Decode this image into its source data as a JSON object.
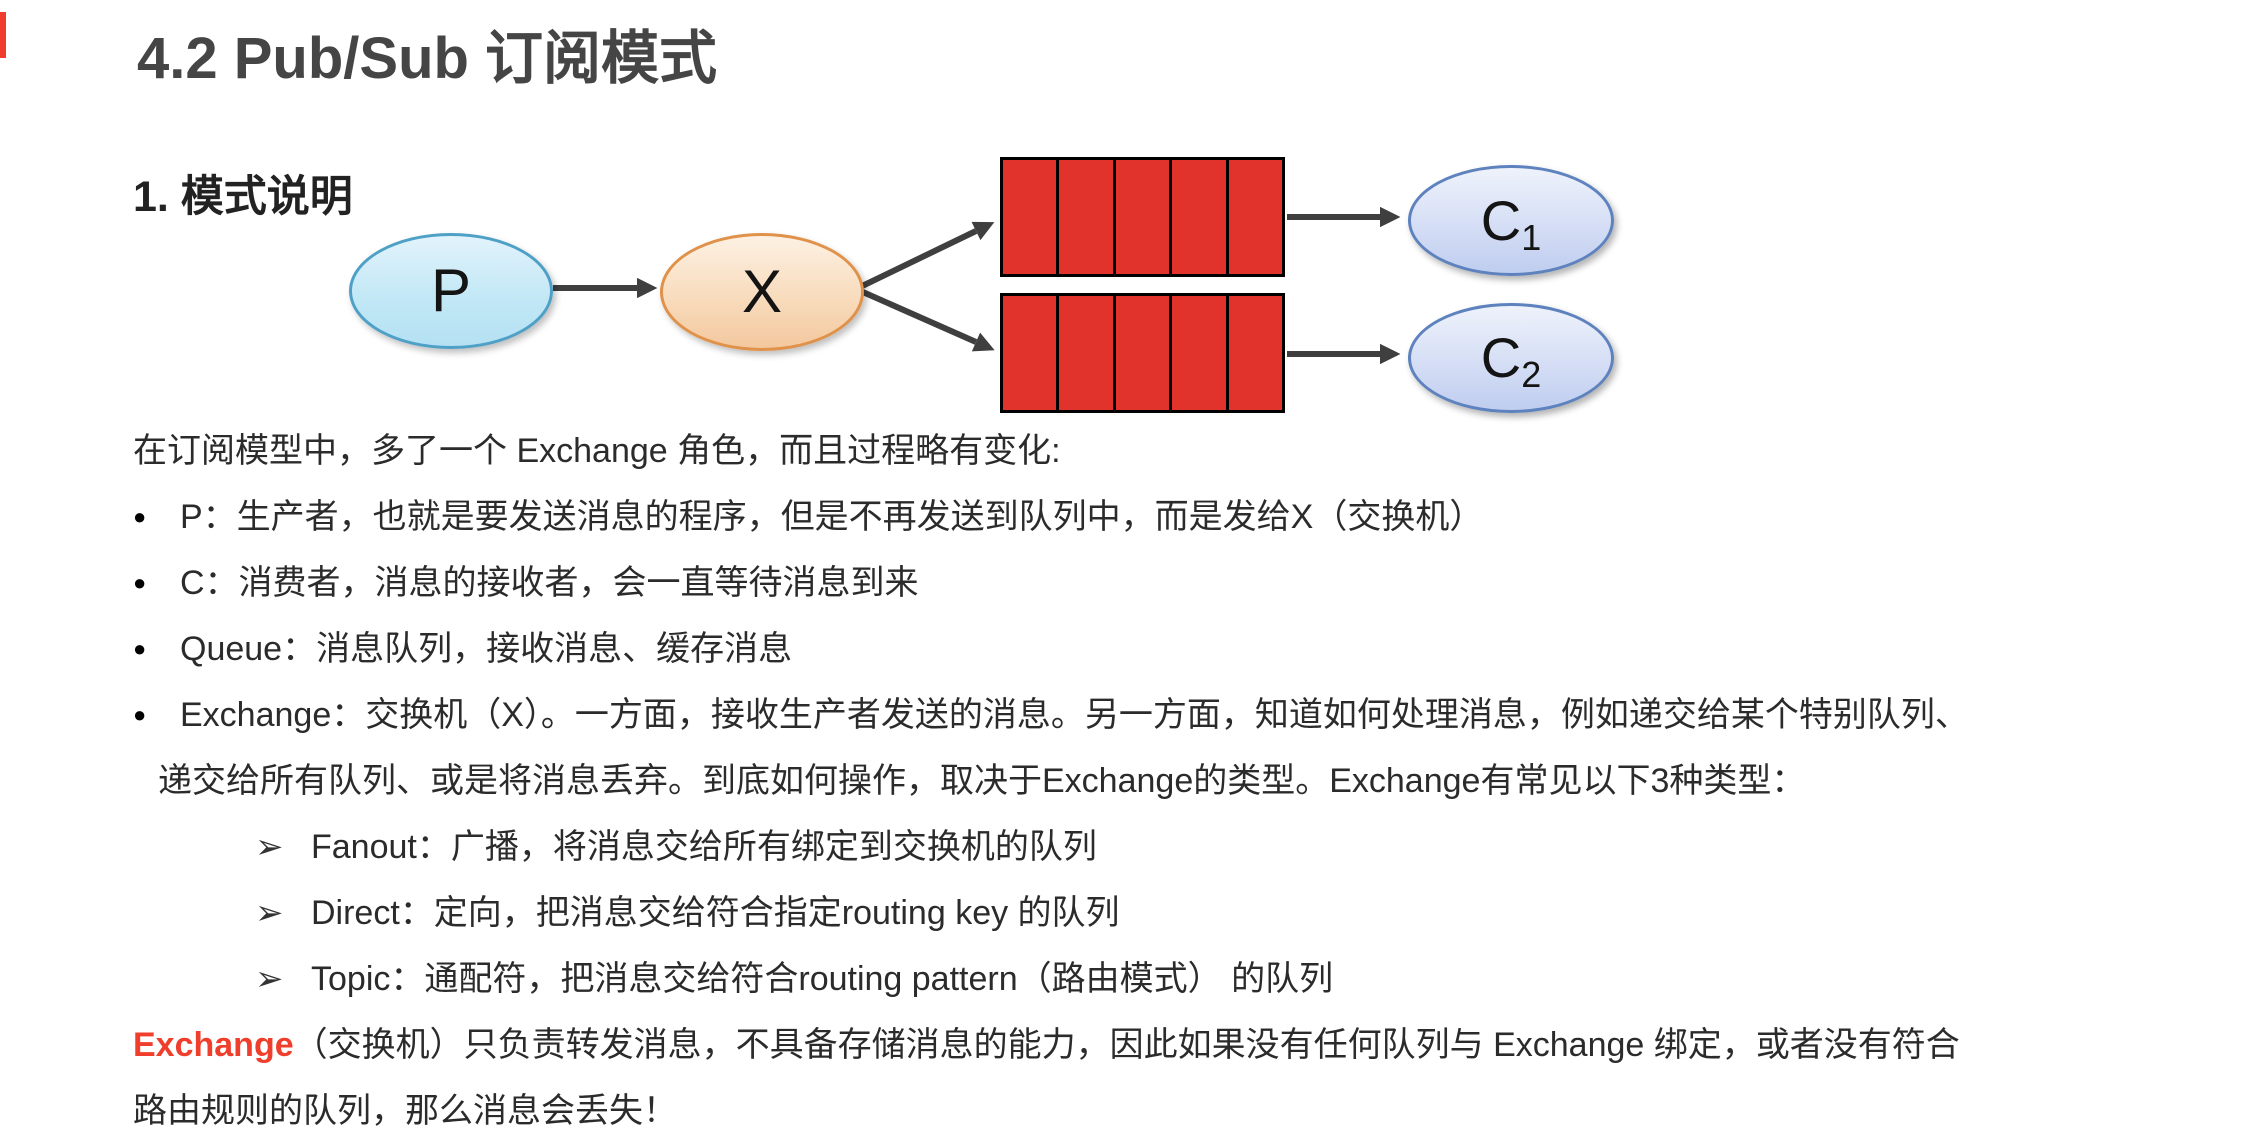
{
  "page": {
    "title": "4.2 Pub/Sub 订阅模式",
    "section_heading": "1. 模式说明"
  },
  "diagram": {
    "producer": {
      "label": "P"
    },
    "exchange": {
      "label": "X"
    },
    "queues": [
      {
        "name": "queue-1",
        "segments": 5
      },
      {
        "name": "queue-2",
        "segments": 5
      }
    ],
    "consumers": [
      {
        "label": "C",
        "sub": "1"
      },
      {
        "label": "C",
        "sub": "2"
      }
    ],
    "colors": {
      "producer_fill": "#b4e1f3",
      "producer_border": "#4FA0C6",
      "exchange_fill": "#f3c89e",
      "exchange_border": "#E0914A",
      "queue_fill": "#E1332B",
      "queue_border": "#000000",
      "consumer_fill": "#bfcdef",
      "consumer_border": "#5E82BE",
      "arrow": "#3F3F3F",
      "accent_red": "#F03E2D"
    }
  },
  "content": {
    "bullet_marker": "●",
    "sub_marker": "➢",
    "intro": "在订阅模型中，多了一个 Exchange 角色，而且过程略有变化:",
    "bullets": [
      {
        "lines": [
          "P：生产者，也就是要发送消息的程序，但是不再发送到队列中，而是发给X（交换机）"
        ]
      },
      {
        "lines": [
          "C：消费者，消息的接收者，会一直等待消息到来"
        ]
      },
      {
        "lines": [
          "Queue：消息队列，接收消息、缓存消息"
        ]
      },
      {
        "lines": [
          "Exchange：交换机（X）。一方面，接收生产者发送的消息。另一方面，知道如何处理消息，例如递交给某个特别队列、",
          "递交给所有队列、或是将消息丢弃。到底如何操作，取决于Exchange的类型。Exchange有常见以下3种类型："
        ]
      }
    ],
    "sub_bullets": [
      "Fanout：广播，将消息交给所有绑定到交换机的队列",
      "Direct：定向，把消息交给符合指定routing key 的队列",
      "Topic：通配符，把消息交给符合routing pattern（路由模式） 的队列"
    ],
    "note": {
      "highlight": "Exchange",
      "line1_rest": "（交换机）只负责转发消息，不具备存储消息的能力，因此如果没有任何队列与 Exchange 绑定，或者没有符合",
      "line2": "路由规则的队列，那么消息会丢失！"
    }
  }
}
